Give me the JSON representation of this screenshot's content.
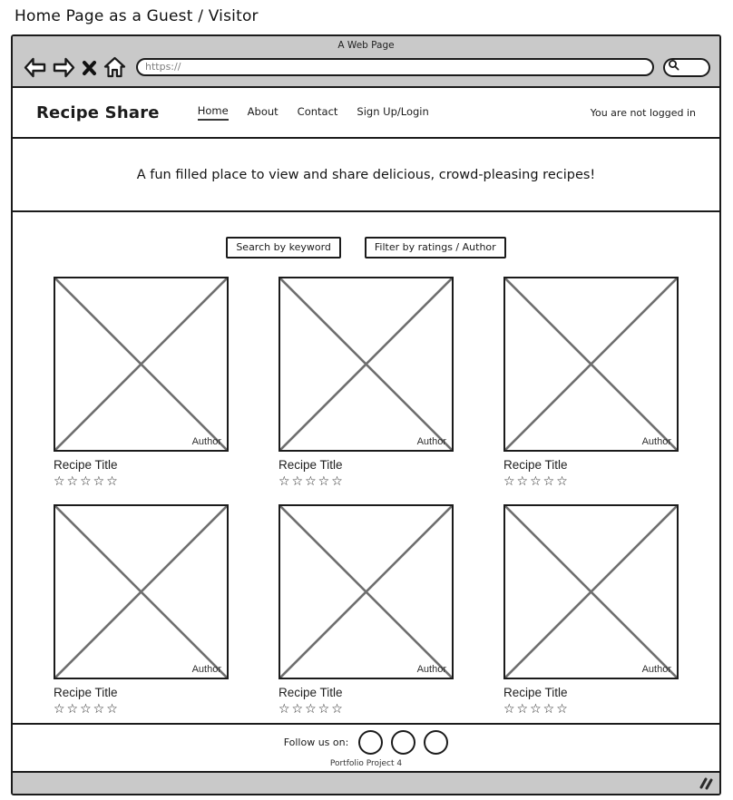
{
  "page": {
    "title": "Home Page as a Guest / Visitor"
  },
  "browser": {
    "window_title": "A Web Page",
    "url_value": "https://",
    "toolbar_icons": [
      "back-arrow-icon",
      "forward-arrow-icon",
      "close-x-icon",
      "home-icon"
    ],
    "search_icon": "search-magnifier-icon"
  },
  "navbar": {
    "brand": "Recipe Share",
    "links": [
      {
        "label": "Home",
        "active": true
      },
      {
        "label": "About",
        "active": false
      },
      {
        "label": "Contact",
        "active": false
      },
      {
        "label": "Sign Up/Login",
        "active": false
      }
    ],
    "status": "You are not logged in"
  },
  "tagline": "A fun filled place to view and share delicious, crowd-pleasing recipes!",
  "filters": {
    "search_button": "Search by keyword",
    "filter_button": "Filter by ratings / Author"
  },
  "recipes": [
    {
      "title": "Recipe Title",
      "author": "Author",
      "rating": 0,
      "stars": "☆☆☆☆☆"
    },
    {
      "title": "Recipe Title",
      "author": "Author",
      "rating": 0,
      "stars": "☆☆☆☆☆"
    },
    {
      "title": "Recipe Title",
      "author": "Author",
      "rating": 0,
      "stars": "☆☆☆☆☆"
    },
    {
      "title": "Recipe Title",
      "author": "Author",
      "rating": 0,
      "stars": "☆☆☆☆☆"
    },
    {
      "title": "Recipe Title",
      "author": "Author",
      "rating": 0,
      "stars": "☆☆☆☆☆"
    },
    {
      "title": "Recipe Title",
      "author": "Author",
      "rating": 0,
      "stars": "☆☆☆☆☆"
    }
  ],
  "footer": {
    "follow_label": "Follow us on:",
    "social_count": 3,
    "social_icon": "social-circle-icon",
    "project_label": "Portfolio Project 4"
  },
  "colors": {
    "chrome_gray": "#c9c9c9",
    "border_black": "#1b1b1b",
    "placeholder_x_gray": "#6f6f6f",
    "url_text_gray": "#7d7d7d"
  }
}
